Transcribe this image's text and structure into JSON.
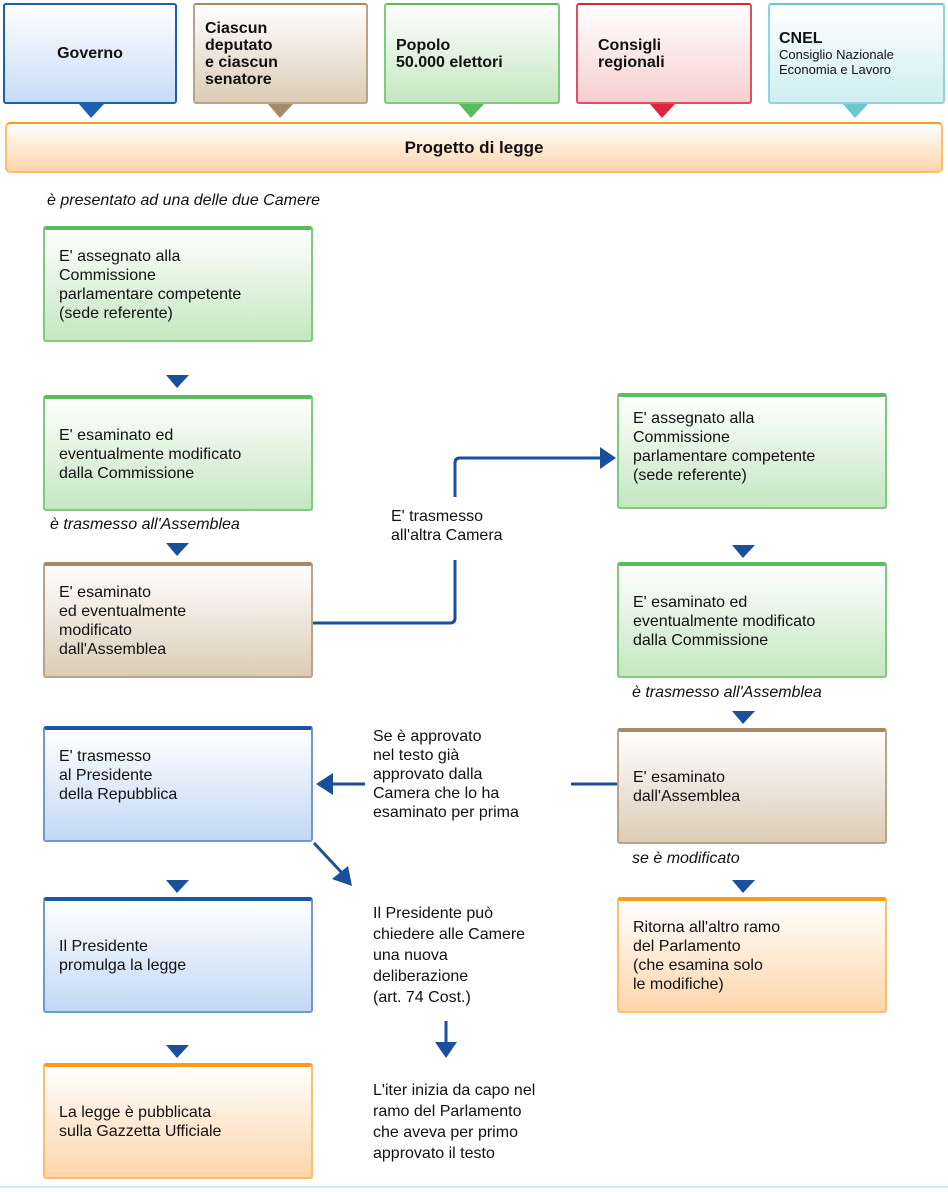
{
  "sources": [
    {
      "label": "Governo",
      "color": "#1b5fae"
    },
    {
      "label": "Ciascun deputato e ciascun senatore",
      "lines": [
        "Ciascun",
        "deputato",
        "e ciascun",
        "senatore"
      ],
      "color": "#a48a68"
    },
    {
      "label": "Popolo 50.000 elettori",
      "lines": [
        "Popolo",
        "50.000 elettori"
      ],
      "color": "#5dbb5b"
    },
    {
      "label": "Consigli regionali",
      "lines": [
        "Consigli",
        "regionali"
      ],
      "color": "#d8263a"
    },
    {
      "label": "CNEL",
      "subtitle_lines": [
        "Consiglio Nazionale",
        "Economia e Lavoro"
      ],
      "color": "#6ec4d3"
    }
  ],
  "project": {
    "label": "Progetto di legge"
  },
  "labels": {
    "presented": "è presentato ad una delle due Camere",
    "to_assembly_left": "è trasmesso all'Assemblea",
    "to_assembly_right": "è trasmesso all'Assemblea",
    "if_modified": "se è modificato"
  },
  "left_column": [
    {
      "lines": [
        "E' assegnato alla",
        "Commissione",
        "parlamentare competente",
        "(sede referente)"
      ]
    },
    {
      "lines": [
        "E' esaminato ed",
        "eventualmente modificato",
        "dalla Commissione"
      ]
    },
    {
      "lines": [
        "E' esaminato",
        "ed eventualmente",
        "modificato",
        "dall'Assemblea"
      ]
    },
    {
      "lines": [
        "E' trasmesso",
        "al Presidente",
        "della Repubblica"
      ]
    },
    {
      "lines": [
        "Il Presidente",
        "promulga la legge"
      ]
    },
    {
      "lines": [
        "La legge è pubblicata",
        "sulla Gazzetta Ufficiale"
      ]
    }
  ],
  "right_column": [
    {
      "lines": [
        "E' assegnato alla",
        "Commissione",
        "parlamentare competente",
        "(sede referente)"
      ]
    },
    {
      "lines": [
        "E' esaminato ed",
        "eventualmente modificato",
        "dalla Commissione"
      ]
    },
    {
      "lines": [
        "E' esaminato",
        "dall'Assemblea"
      ]
    },
    {
      "lines": [
        "Ritorna all'altro ramo",
        "del Parlamento",
        "(che esamina solo",
        "le modifiche)"
      ]
    }
  ],
  "notes": {
    "transmitted_other": [
      "E' trasmesso",
      "all'altra Camera"
    ],
    "if_approved": [
      "Se è approvato",
      "nel testo già",
      "approvato dalla",
      "Camera che lo ha",
      "esaminato per prima"
    ],
    "president_can": [
      "Il Presidente può",
      "chiedere alle Camere",
      "una nuova",
      "deliberazione",
      "(art. 74 Cost.)"
    ],
    "restart": [
      "L'iter inizia da capo nel",
      "ramo del Parlamento",
      "che aveva per primo",
      "approvato il testo"
    ]
  },
  "colors": {
    "arrow": "#1a4f9c"
  }
}
